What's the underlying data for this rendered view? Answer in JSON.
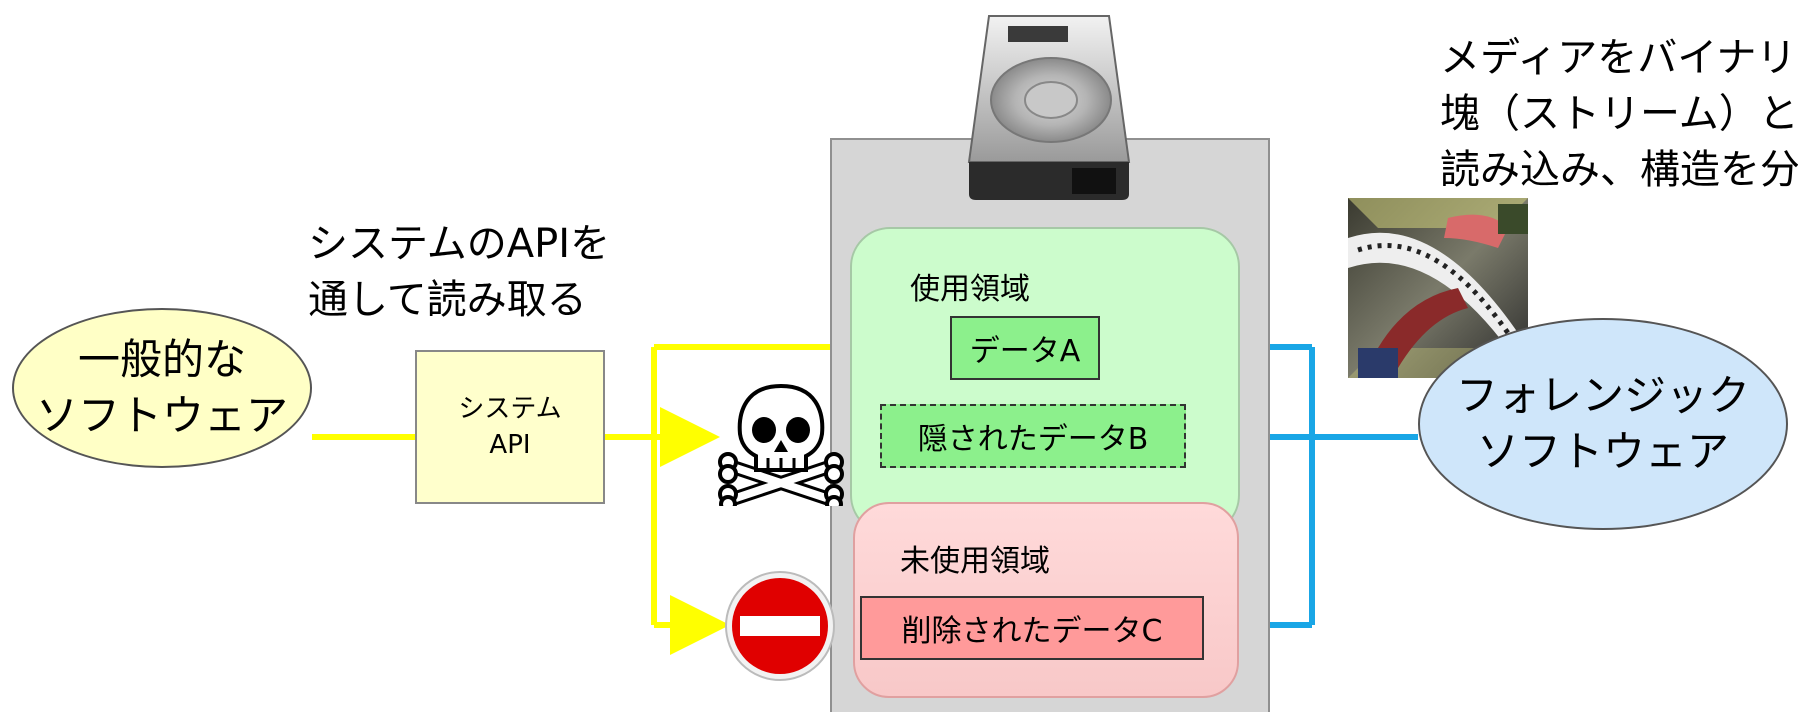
{
  "nodes": {
    "general_software": [
      "一般的な",
      "ソフトウェア"
    ],
    "forensic_software": [
      "フォレンジック",
      "ソフトウェア"
    ],
    "system_api": [
      "システム",
      "API"
    ],
    "used_area_label": "使用領域",
    "unused_area_label": "未使用領域",
    "data_a": "データA",
    "data_b": "隠されたデータB",
    "data_c": "削除されたデータC"
  },
  "captions": {
    "api_read": [
      "システムのAPIを",
      "通して読み取る"
    ],
    "forensic_read": [
      "メディアをバイナリの",
      "塊（ストリーム）として",
      "読み込み、構造を分解"
    ]
  },
  "icons": {
    "storage": "hard-drive-icon",
    "hidden_access": "skull-crossbones-icon",
    "deleted_access": "no-entry-icon",
    "forensic_illustration": "binary-stream-hands-icon"
  },
  "colors": {
    "general_arrow": "#ffff00",
    "forensic_arrow": "#19a6e6",
    "used_area": "#ccfccc",
    "unused_area": "#ffd6d6",
    "data_green": "#8cf08c",
    "data_red": "#ff9a9a"
  }
}
